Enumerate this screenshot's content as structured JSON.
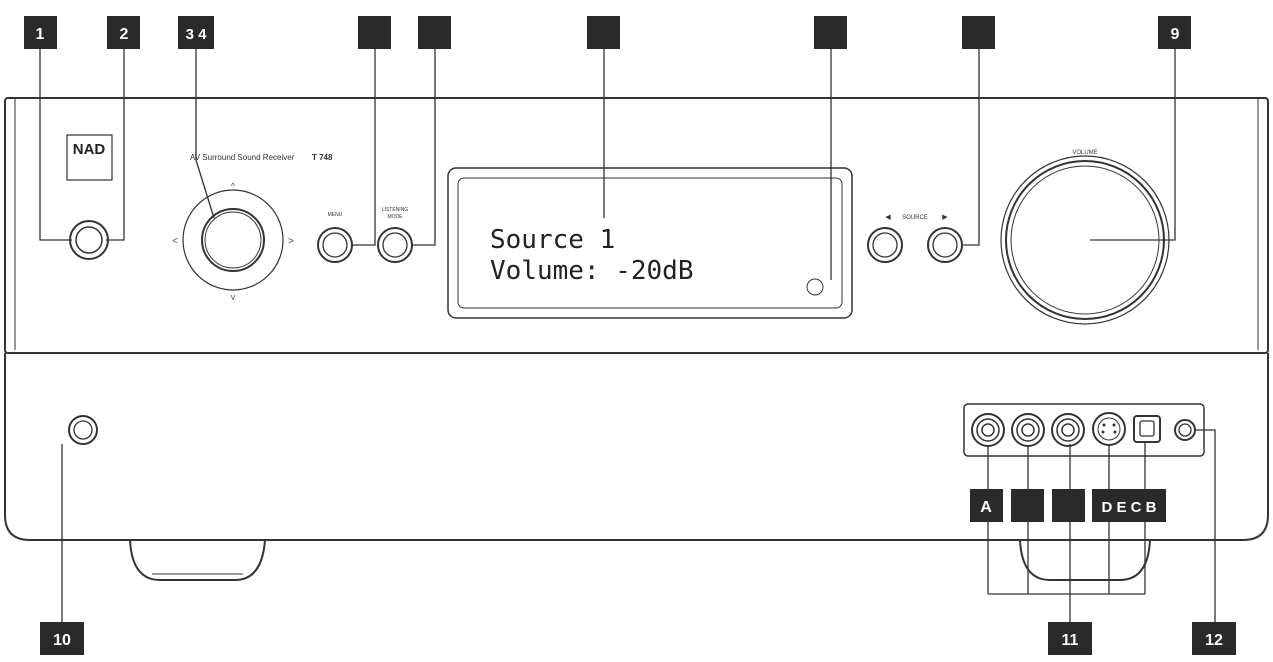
{
  "callouts": {
    "c1": "1",
    "c2": "2",
    "c34": "3 4",
    "c5": "",
    "c6": "",
    "c7": "",
    "c8": "",
    "c8b": "",
    "c9": "9",
    "c10": "10",
    "c11": "11",
    "c12": "12",
    "cA": "A",
    "cB2": "",
    "cC2": "",
    "cDECB": "D E C B"
  },
  "panel": {
    "brand": "NAD",
    "model_title": "AV Surround Sound Receiver",
    "model_number": "T 748",
    "menu_label": "MENU",
    "listening_label_1": "LISTENING",
    "listening_label_2": "MODE",
    "source_label": "SOURCE",
    "volume_label": "VOLUME",
    "display_line1": "Source 1",
    "display_line2": "Volume: -20dB"
  },
  "colors": {
    "callout_bg": "#2a2a2a",
    "line": "#333333"
  }
}
